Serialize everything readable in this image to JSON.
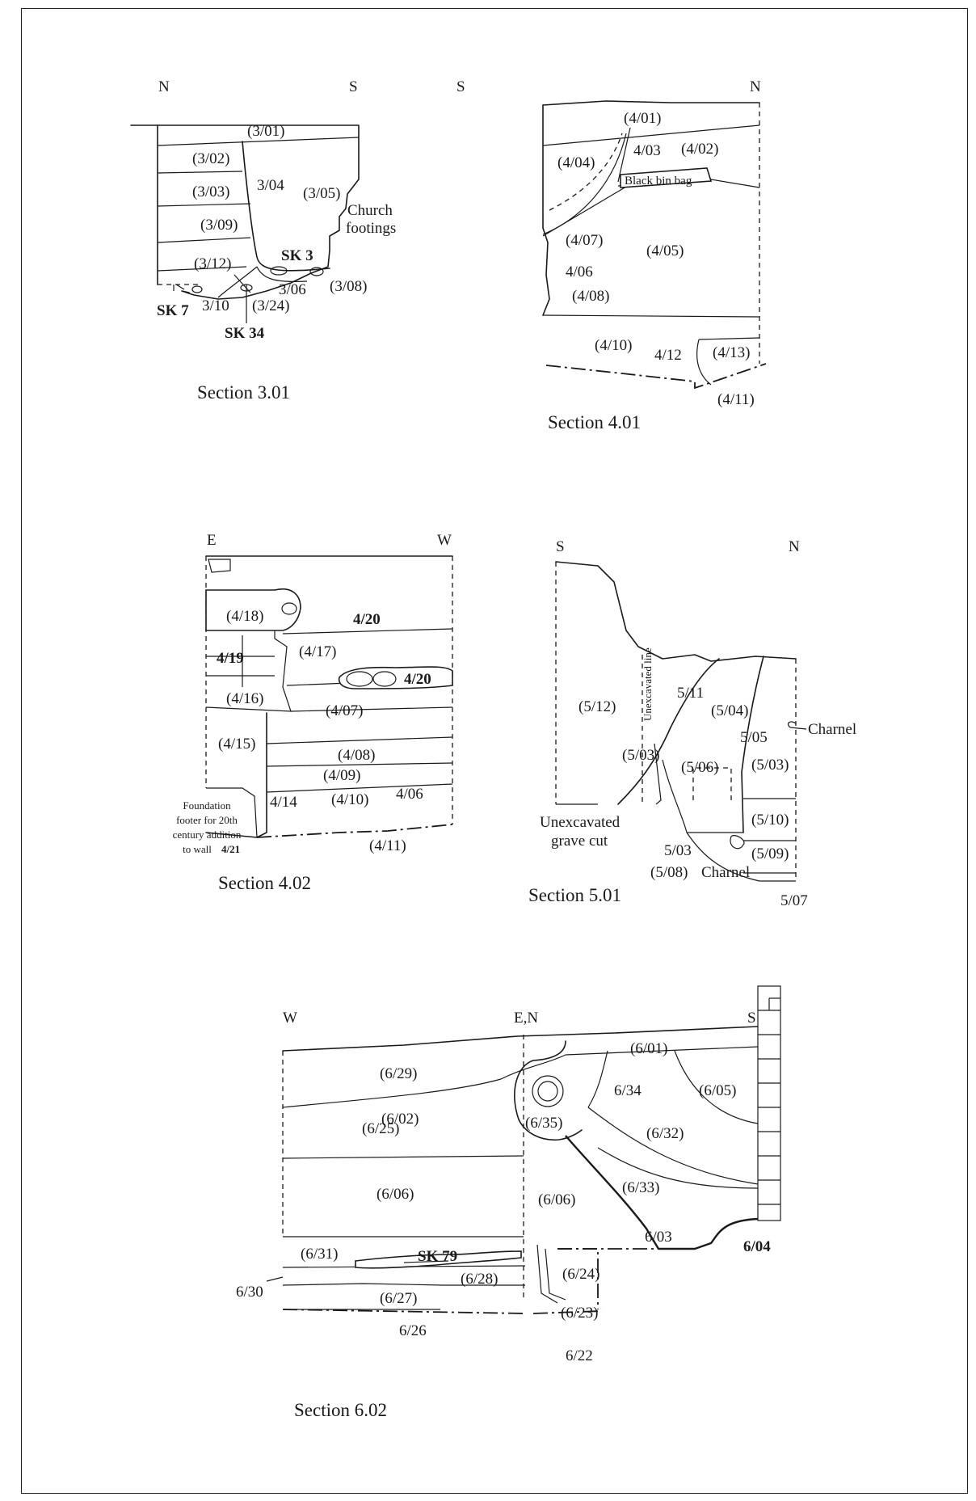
{
  "sections": {
    "s301": {
      "caption": "Section 3.01",
      "orient_left": "N",
      "orient_right": "S",
      "labels": [
        "(3/01)",
        "(3/02)",
        "(3/03)",
        "3/04",
        "(3/05)",
        "(3/09)",
        "(3/12)",
        "SK 3",
        "3/06",
        "(3/08)",
        "3/10",
        "(3/24)",
        "SK 7",
        "SK 34"
      ],
      "note_1": "Church",
      "note_2": "footings"
    },
    "s401": {
      "caption": "Section 4.01",
      "orient_left": "S",
      "orient_right": "N",
      "labels": [
        "(4/01)",
        "(4/04)",
        "4/03",
        "(4/02)",
        "Black bin bag",
        "(4/07)",
        "(4/05)",
        "4/06",
        "(4/08)",
        "(4/10)",
        "4/12",
        "(4/13)",
        "(4/11)"
      ]
    },
    "s402": {
      "caption": "Section 4.02",
      "orient_left": "E",
      "orient_right": "W",
      "labels": [
        "(4/18)",
        "4/20",
        "4/19",
        "(4/17)",
        "4/20",
        "(4/16)",
        "(4/07)",
        "(4/15)",
        "(4/08)",
        "(4/09)",
        "4/14",
        "(4/10)",
        "4/06",
        "(4/11)"
      ],
      "note_lines": [
        "Foundation",
        "footer for 20th",
        "century addition",
        "to wall"
      ],
      "note_wall": "4/21"
    },
    "s501": {
      "caption": "Section 5.01",
      "orient_left": "S",
      "orient_right": "N",
      "labels": [
        "(5/12)",
        "5/11",
        "(5/04)",
        "5/05",
        "Charnel",
        "(5/03)",
        "(5/06)",
        "(5/03)",
        "(5/10)",
        "5/03",
        "(5/08)",
        "Charnel",
        "(5/09)",
        "5/07"
      ],
      "vertical_note": "Unexcavated line",
      "note_1": "Unexcavated",
      "note_2": "grave cut"
    },
    "s602": {
      "caption": "Section 6.02",
      "orient_w": "W",
      "orient_en": "E,N",
      "orient_s": "S",
      "labels": [
        "(6/01)",
        "(6/29)",
        "6/34",
        "(6/05)",
        "(6/25)",
        "(6/02)",
        "(6/35)",
        "(6/32)",
        "(6/06)",
        "(6/06)",
        "(6/33)",
        "(6/31)",
        "SK 79",
        "6/03",
        "6/04",
        "(6/24)",
        "(6/28)",
        "6/30",
        "(6/27)",
        "(6/23)",
        "6/26",
        "6/22"
      ]
    }
  }
}
